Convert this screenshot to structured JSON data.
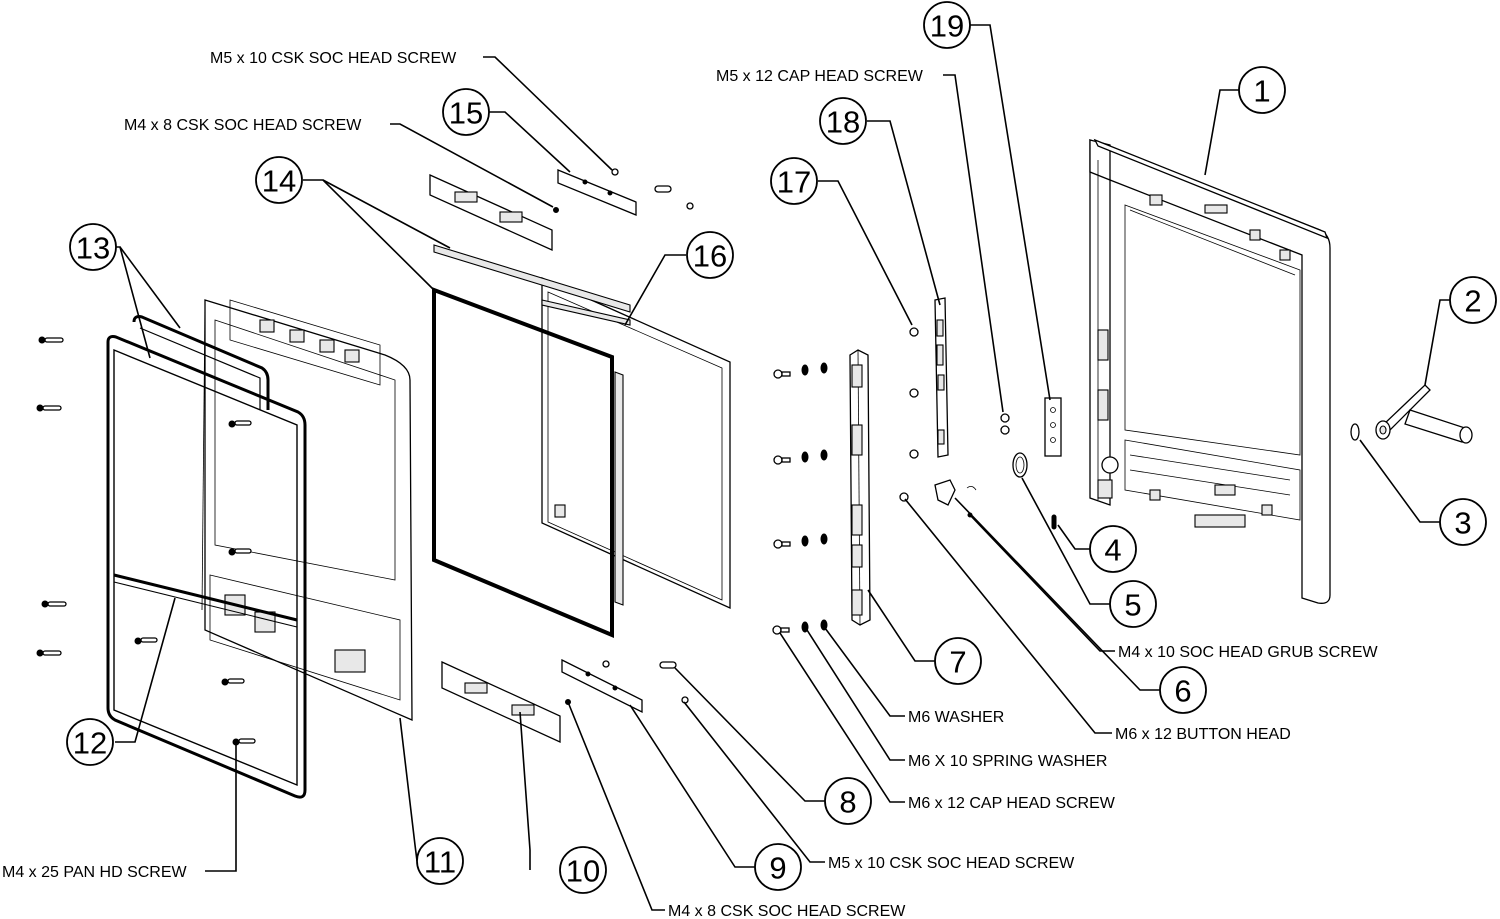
{
  "diagram": {
    "title": "Exploded parts diagram - door assembly",
    "callouts": [
      "1",
      "2",
      "3",
      "4",
      "5",
      "6",
      "7",
      "8",
      "9",
      "10",
      "11",
      "12",
      "13",
      "14",
      "15",
      "16",
      "17",
      "18",
      "19"
    ],
    "labels": {
      "m5x10_csk_top": "M5 x 10 CSK SOC HEAD SCREW",
      "m4x8_csk_top": "M4 x 8 CSK SOC HEAD SCREW",
      "m5x12_cap": "M5 x 12 CAP HEAD SCREW",
      "m4x10_grub": "M4 x 10 SOC HEAD GRUB SCREW",
      "m6x12_button": "M6 x 12 BUTTON HEAD",
      "m6_washer": "M6 WASHER",
      "m6x10_spring": "M6 X 10 SPRING WASHER",
      "m6x12_cap": "M6 x 12 CAP HEAD SCREW",
      "m5x10_csk_bottom": "M5 x 10 CSK SOC HEAD SCREW",
      "m4x8_csk_bottom": "M4 x 8 CSK SOC HEAD SCREW",
      "m4x25_pan": "M4 x 25 PAN HD SCREW"
    }
  }
}
